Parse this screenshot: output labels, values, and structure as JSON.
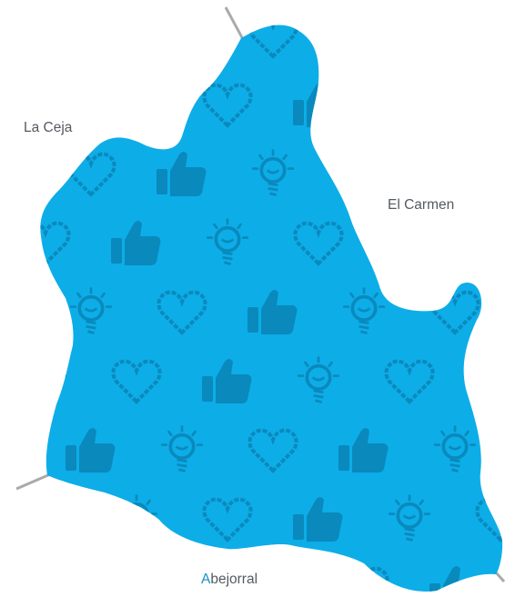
{
  "map": {
    "region_color": "#0dade8",
    "pattern_color": "#0a86b8",
    "border_color": "#aaaaaa",
    "pattern_icons": [
      "heart-icon",
      "thumbs-up-icon",
      "lightbulb-icon"
    ]
  },
  "labels": {
    "la_ceja": "La Ceja",
    "el_carmen": "El Carmen",
    "abejorral": {
      "initial": "A",
      "rest": "bejorral"
    }
  }
}
